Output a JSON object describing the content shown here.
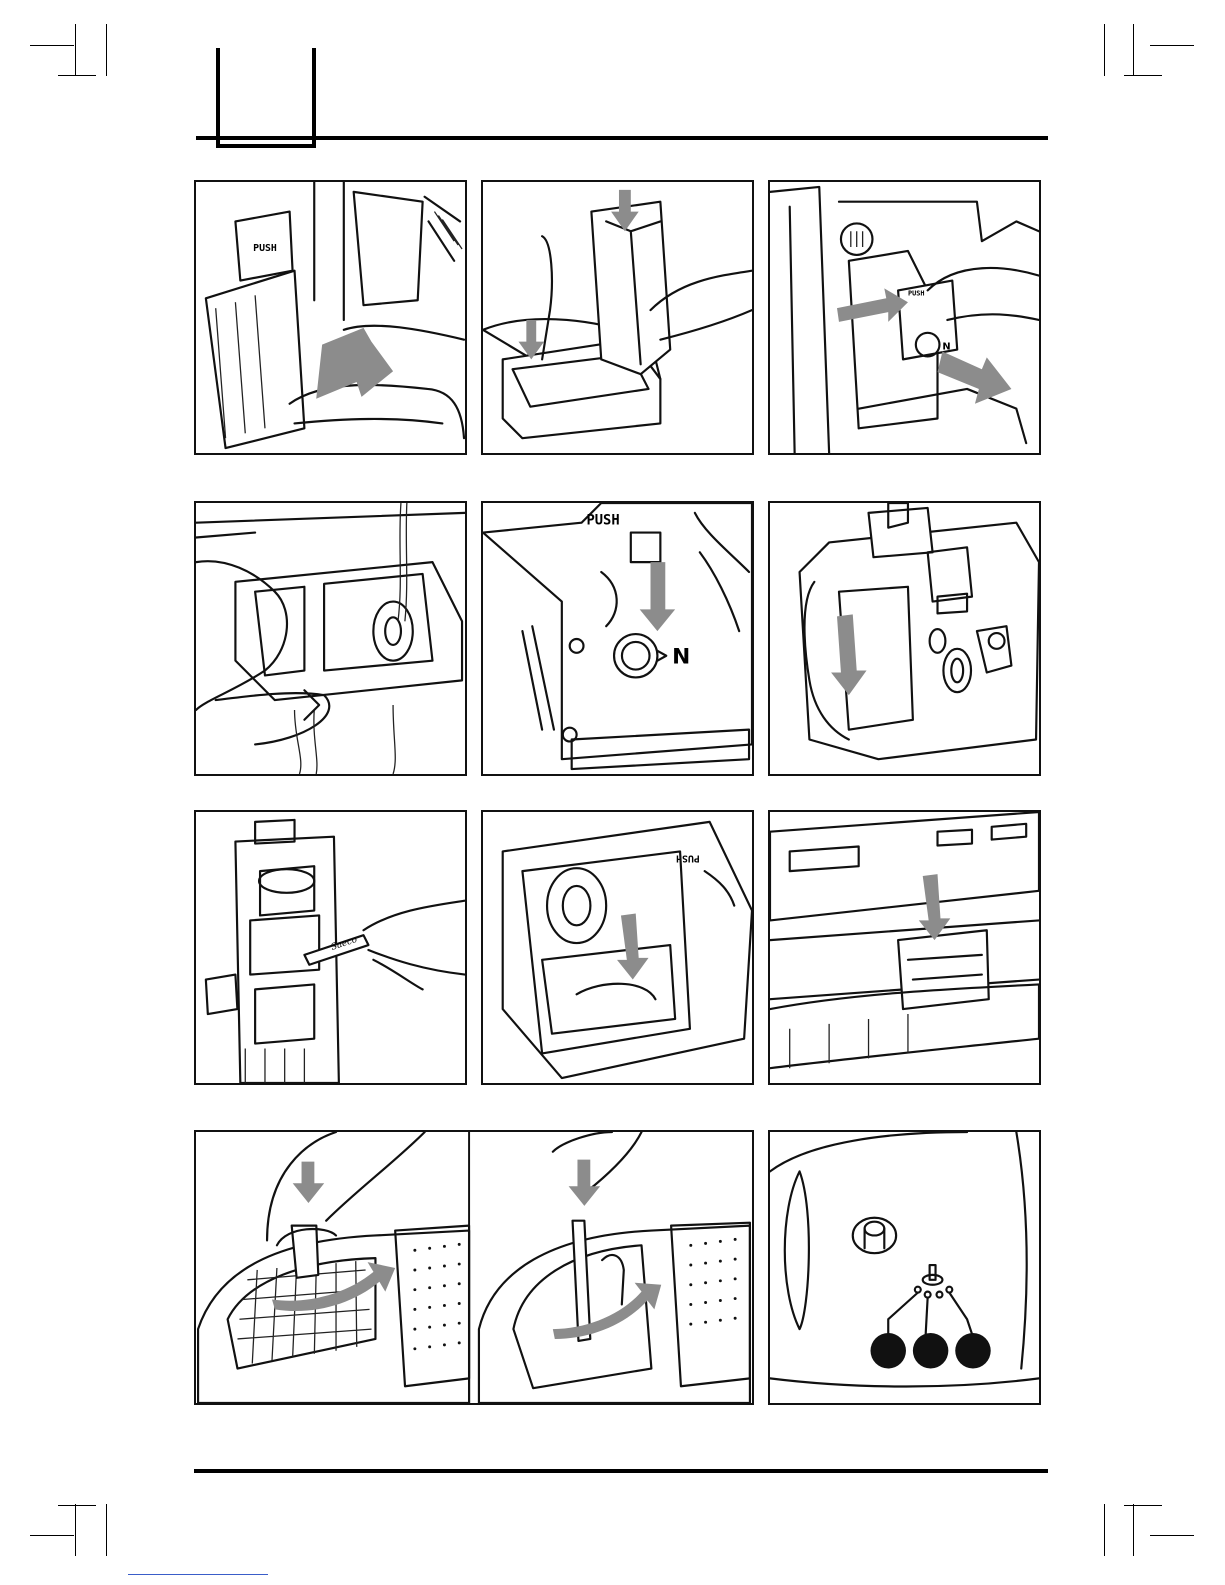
{
  "page": {
    "panel_labels": {
      "brew_unit_push": "PUSH",
      "brew_unit_push_2": "PUSH",
      "brew_unit_marker": "N",
      "grease_tube_brand": "Saeco"
    }
  },
  "colors": {
    "arrow": "#8c8c8c",
    "line": "#111111",
    "background": "#ffffff"
  }
}
